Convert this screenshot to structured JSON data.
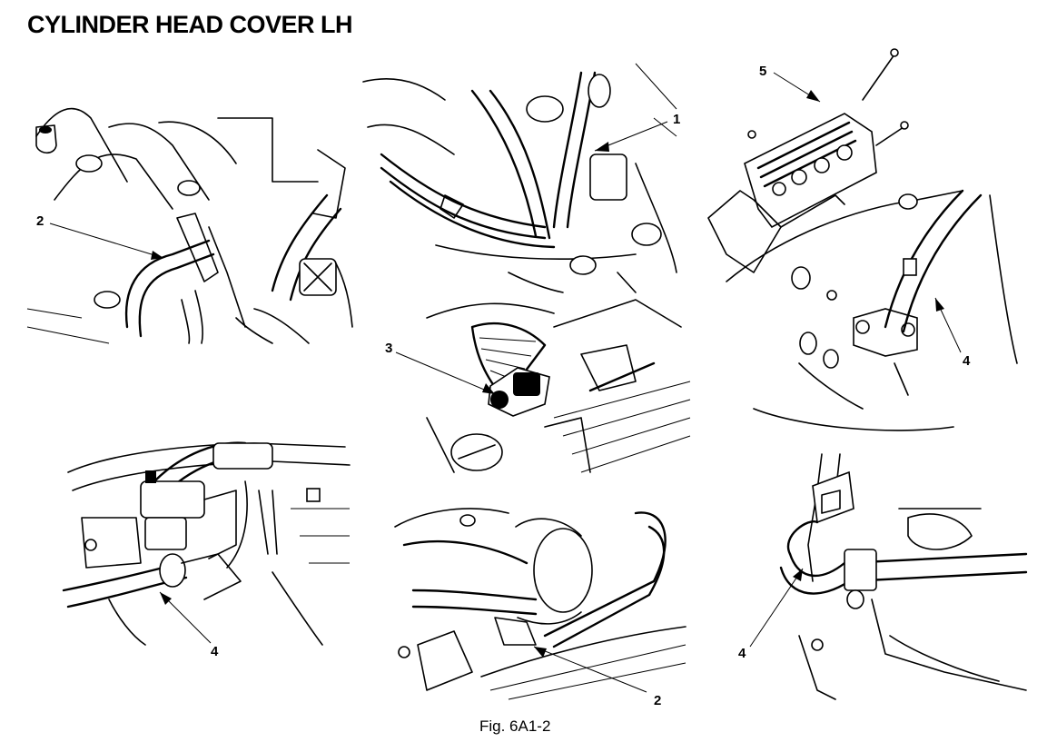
{
  "title": "CYLINDER HEAD COVER LH",
  "caption": "Fig. 6A1-2",
  "callouts": [
    "1",
    "2",
    "3",
    "4",
    "5",
    "4",
    "4",
    "2"
  ],
  "colors": {
    "ink": "#000000",
    "paper": "#ffffff"
  }
}
